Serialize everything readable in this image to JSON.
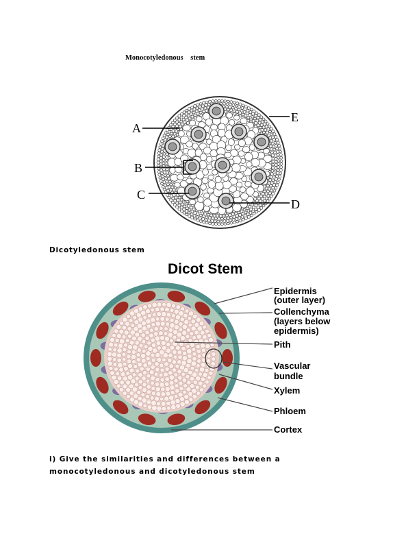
{
  "monocot": {
    "title": "Monocotyledonous stem",
    "labels": [
      "A",
      "B",
      "C",
      "D",
      "E"
    ]
  },
  "dicot": {
    "heading": "Dicotyledonous stem",
    "figure_title": "Dicot Stem",
    "labels": [
      "Epidermis",
      "(outer layer)",
      "Collenchyma",
      "(layers below",
      "epidermis)",
      "Pith",
      "Vascular",
      "bundle",
      "Xylem",
      "Phloem",
      "Cortex"
    ]
  },
  "question": {
    "line1": "i) Give the similarities and differences between a",
    "line2": "monocotyledonous and dicotyledonous stem"
  }
}
